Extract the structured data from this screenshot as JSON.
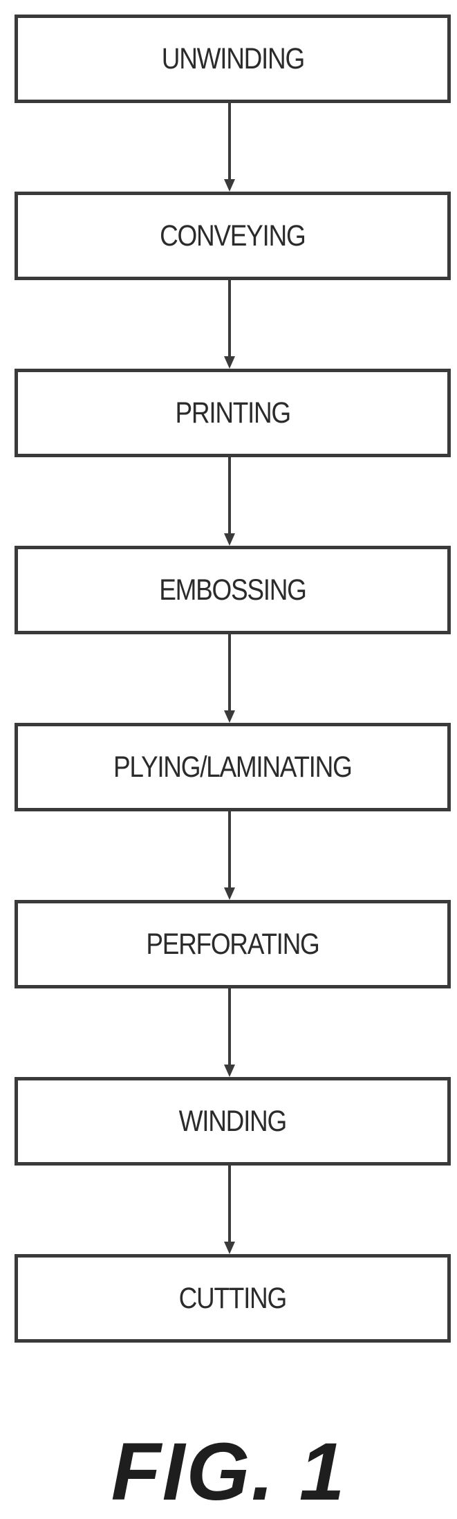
{
  "steps": [
    {
      "label": "UNWINDING"
    },
    {
      "label": "CONVEYING"
    },
    {
      "label": "PRINTING"
    },
    {
      "label": "EMBOSSING"
    },
    {
      "label": "PLYING/LAMINATING"
    },
    {
      "label": "PERFORATING"
    },
    {
      "label": "WINDING"
    },
    {
      "label": "CUTTING"
    }
  ],
  "figure_label": "FIG. 1",
  "colors": {
    "border": "#3a3a3a",
    "text": "#2b2b2b"
  }
}
